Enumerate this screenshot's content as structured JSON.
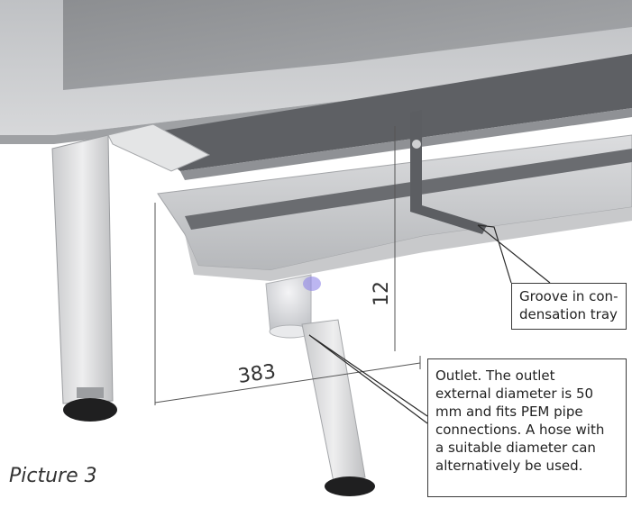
{
  "dimensions": {
    "width_label": "383",
    "height_label": "12"
  },
  "callouts": {
    "groove": "Groove in con-densation tray",
    "groove_lines": [
      "Groove in con-",
      "densation tray"
    ],
    "outlet_lines": [
      "Outlet. The outlet",
      "external diameter is 50",
      "mm and fits PEM pipe",
      "connections. A hose with",
      "a suitable diameter can",
      "alternatively be used."
    ]
  },
  "caption": "Picture 3"
}
